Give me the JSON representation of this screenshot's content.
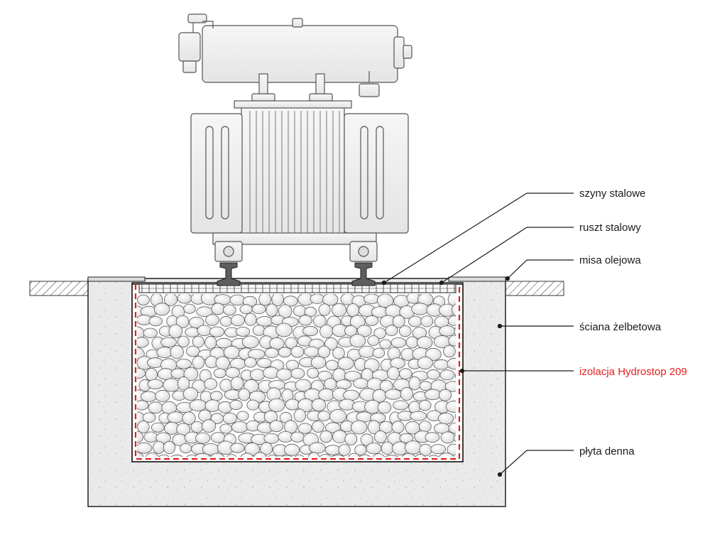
{
  "diagram": {
    "labels": {
      "rails": "szyny stalowe",
      "grate": "ruszt stalowy",
      "oil_pan": "misa olejowa",
      "wall": "ściana żelbetowa",
      "insulation": "izolacja Hydrostop 209",
      "base_slab": "płyta denna"
    },
    "colors": {
      "insulation": "#e41e1e",
      "concrete": "#e9e9e9",
      "lines": "#1a1a1a",
      "transformer": "#f3f3f3"
    }
  }
}
